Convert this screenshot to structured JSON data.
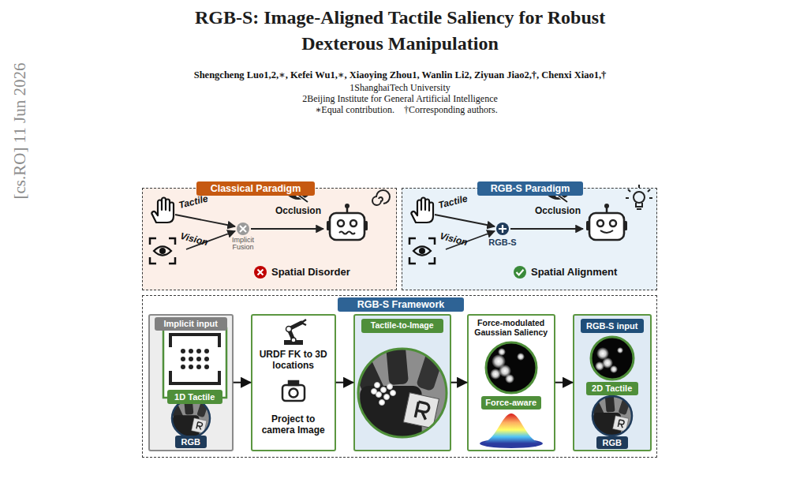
{
  "diagram": {
    "title": "RGB-S: Image-Aligned Tactile Saliency for Robust Dexterous Manipulation",
    "nodes": [
      {
        "text": [
          "Classical Paradigm"
        ]
      },
      {
        "text": [
          "RGB-S Paradigm"
        ]
      },
      {
        "text": [
          "RGB-S Framework"
        ]
      },
      {
        "text": [
          "Implicit input"
        ],
        "in": 2
      },
      {
        "text": [
          "1D Tactile"
        ],
        "in": 3
      },
      {
        "text": [
          "RGB"
        ],
        "in": 3
      },
      {
        "text": [
          "URDF FK to 3D locations",
          "Project to camera Image"
        ],
        "in": 2
      },
      {
        "text": [
          "Tactile-to-Image"
        ],
        "in": 2
      },
      {
        "text": [
          "Force-modulated Gaussian Saliency"
        ],
        "in": 2
      },
      {
        "text": [
          "Force-aware"
        ],
        "in": 8
      },
      {
        "text": [
          "RGB-S input"
        ],
        "in": 2
      },
      {
        "text": [
          "2D Tactile"
        ],
        "in": 10
      },
      {
        "text": [
          "RGB"
        ],
        "in": 10
      }
    ],
    "edges": [
      {
        "from": 3,
        "to": 6,
        "arrow": "to"
      },
      {
        "from": 6,
        "to": 7,
        "arrow": "to"
      },
      {
        "from": 7,
        "to": 8,
        "arrow": "to"
      },
      {
        "from": 8,
        "to": 10,
        "arrow": "to"
      }
    ],
    "labels": [
      "Shengcheng Luo1,2,∗, Kefei Wu1,∗, Xiaoying Zhou1, Wanlin Li2, Ziyuan Jiao2,†, Chenxi Xiao1,†",
      "1ShanghaiTech University",
      "2Beijing Institute for General Artificial Intelligence",
      "∗Equal contribution.",
      "†Corresponding authors.",
      "[cs.RO] 11 Jun 2026",
      "Tactile",
      "Vision",
      "Occlusion",
      "Implicit Fusion",
      "Spatial Disorder",
      "Tactile",
      "Vision",
      "Occlusion",
      "RGB-S",
      "Spatial Alignment"
    ]
  }
}
